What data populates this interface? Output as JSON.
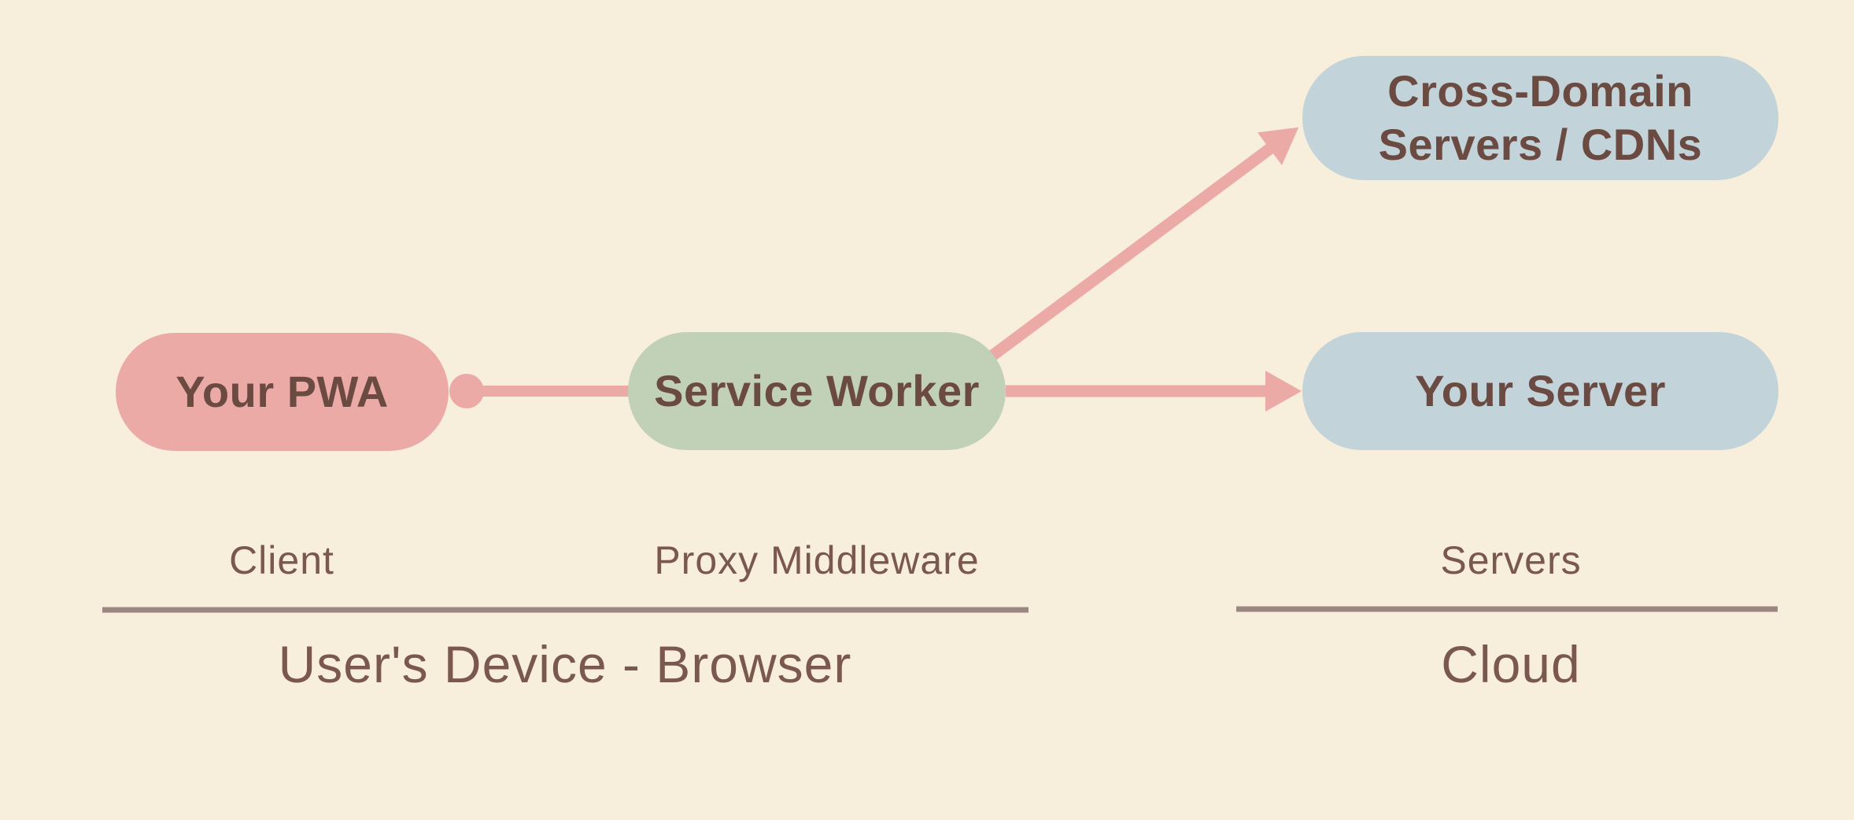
{
  "canvas": {
    "background": "#f7eedc"
  },
  "colors": {
    "pink": "#ecaaa7",
    "green": "#c1d1b7",
    "blue": "#c2d3d9",
    "arrow": "#ecaaa7",
    "node_text": "#6b4a41",
    "label_text": "#7b584c",
    "divider": "#9b8781"
  },
  "nodes": {
    "pwa": {
      "label": "Your PWA",
      "fill": "#ecaaa7"
    },
    "service_worker": {
      "label": "Service Worker",
      "fill": "#c1d1b7"
    },
    "cross_domain": {
      "label": "Cross-Domain Servers / CDNs",
      "line1": "Cross-Domain",
      "line2": "Servers / CDNs",
      "fill": "#c2d3d9"
    },
    "your_server": {
      "label": "Your Server",
      "fill": "#c2d3d9"
    }
  },
  "labels": {
    "client": "Client",
    "proxy_middleware": "Proxy Middleware",
    "servers": "Servers"
  },
  "captions": {
    "users_device": "User's Device - Browser",
    "cloud": "Cloud"
  },
  "edges": [
    {
      "from": "pwa",
      "to": "service_worker",
      "style": "line-with-dot"
    },
    {
      "from": "service_worker",
      "to": "your_server",
      "style": "arrow"
    },
    {
      "from": "service_worker",
      "to": "cross_domain",
      "style": "arrow"
    }
  ]
}
